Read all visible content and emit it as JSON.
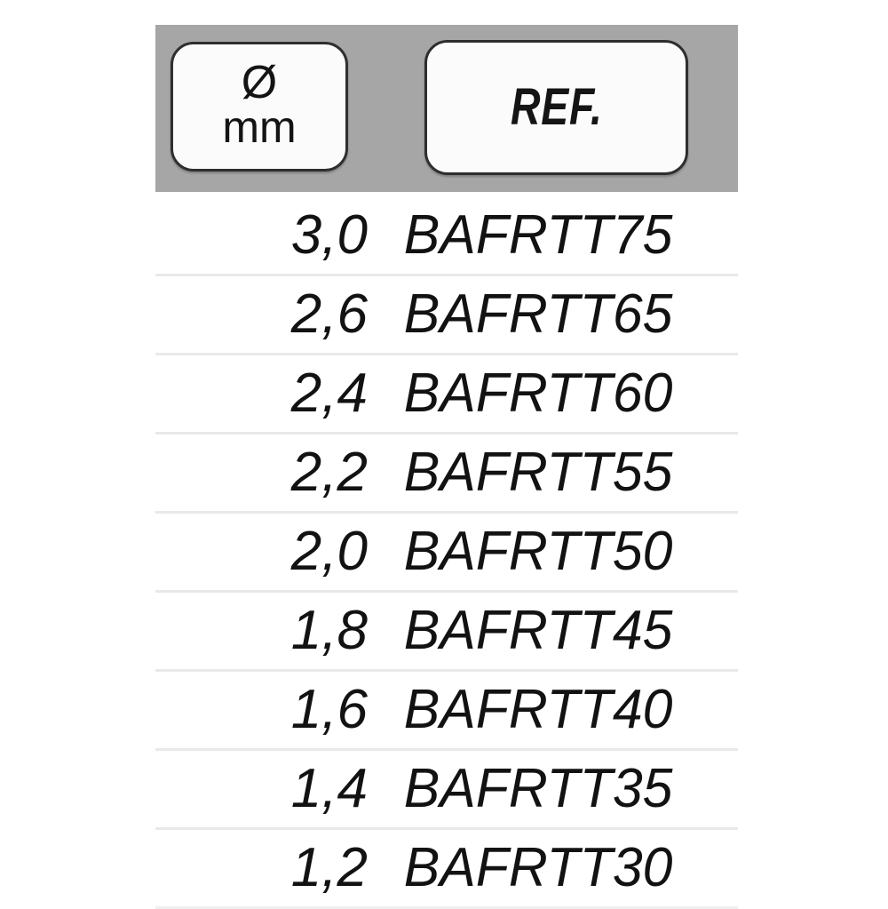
{
  "table": {
    "header": {
      "diameter_column": {
        "symbol": "Ø",
        "symbol_icon": "diameter-icon",
        "unit": "mm"
      },
      "reference_column": {
        "label": "REF."
      }
    },
    "columns": [
      "Ø mm",
      "REF."
    ],
    "rows": [
      {
        "diameter": "3,0",
        "ref": "BAFRTT75"
      },
      {
        "diameter": "2,6",
        "ref": "BAFRTT65"
      },
      {
        "diameter": "2,4",
        "ref": "BAFRTT60"
      },
      {
        "diameter": "2,2",
        "ref": "BAFRTT55"
      },
      {
        "diameter": "2,0",
        "ref": "BAFRTT50"
      },
      {
        "diameter": "1,8",
        "ref": "BAFRTT45"
      },
      {
        "diameter": "1,6",
        "ref": "BAFRTT40"
      },
      {
        "diameter": "1,4",
        "ref": "BAFRTT35"
      },
      {
        "diameter": "1,2",
        "ref": "BAFRTT30"
      }
    ]
  },
  "colors": {
    "page_background": "#ffffff",
    "header_band": "#a6a6a6",
    "header_cell_fill": "#fbfbfb",
    "header_cell_border": "#2e2e2e",
    "text": "#121212",
    "row_divider": "#e9e9e9"
  }
}
